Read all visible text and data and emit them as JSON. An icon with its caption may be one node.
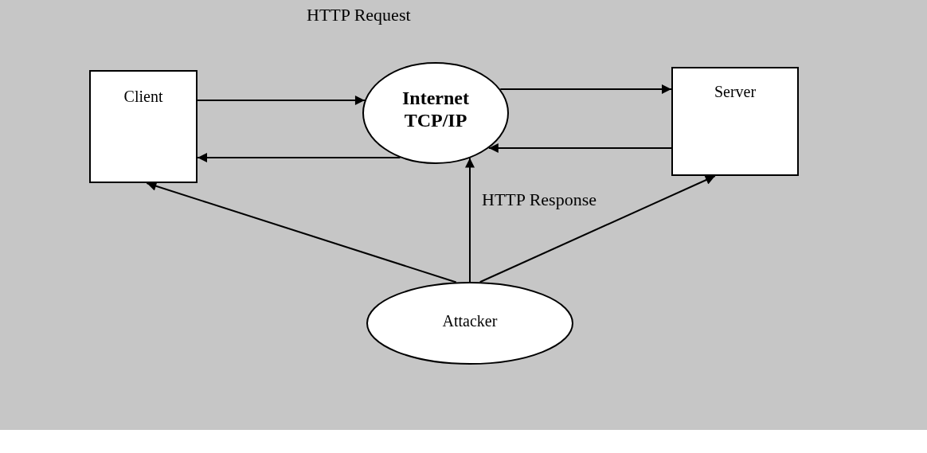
{
  "diagram": {
    "nodes": [
      {
        "text": [
          "Client"
        ]
      },
      {
        "text": [
          "Internet TCP/IP"
        ]
      },
      {
        "text": [
          "Server"
        ]
      },
      {
        "text": [
          "Attacker"
        ]
      }
    ],
    "edges": [
      {
        "from": 0,
        "to": 1,
        "arrow": "to"
      },
      {
        "from": 1,
        "to": 2,
        "arrow": "to"
      },
      {
        "from": 2,
        "to": 1,
        "arrow": "to"
      },
      {
        "from": 1,
        "to": 0,
        "arrow": "to"
      },
      {
        "from": 3,
        "to": 0,
        "arrow": "to"
      },
      {
        "from": 3,
        "to": 1,
        "arrow": "to"
      },
      {
        "from": 3,
        "to": 2,
        "arrow": "to"
      }
    ],
    "labels": [
      "HTTP Request",
      "HTTP Response"
    ]
  }
}
